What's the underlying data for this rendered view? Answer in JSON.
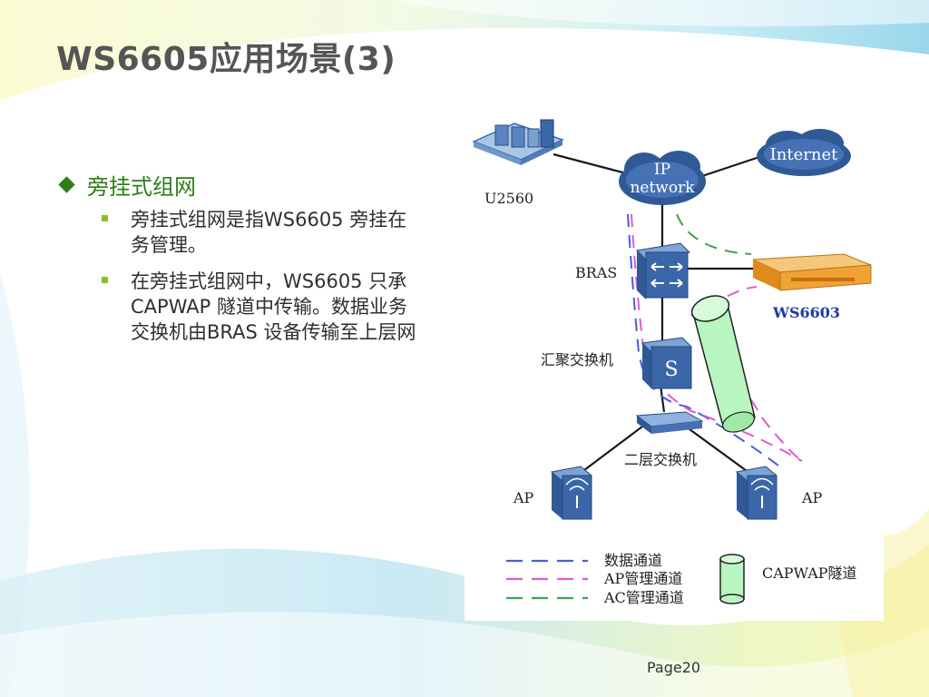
{
  "slide": {
    "title": "WS6605应用场景(3)",
    "heading": "旁挂式组网",
    "bullets": [
      " 旁挂式组网是指WS6605 旁挂在\n务管理。",
      "在旁挂式组网中，WS6605 只承\nCAPWAP 隧道中传输。数据业务\n交换机由BRAS 设备传输至上层网"
    ],
    "page": "Page20"
  },
  "diagram": {
    "nodes": {
      "u2560": "U2560",
      "ip_network_line1": "IP",
      "ip_network_line2": "network",
      "internet": "Internet",
      "bras": "BRAS",
      "ws6603": "WS6603",
      "agg_switch": "汇聚交换机",
      "l2_switch": "二层交换机",
      "ap_left": "AP",
      "ap_right": "AP"
    },
    "legend": {
      "data_channel": "数据通道",
      "ap_mgmt_channel": "AP管理通道",
      "ac_mgmt_channel": "AC管理通道",
      "capwap_tunnel": "CAPWAP隧道"
    },
    "colors": {
      "data_channel": "#4a5de0",
      "ap_mgmt_channel": "#e05ad0",
      "ac_mgmt_channel": "#40a050",
      "tunnel_fill": "#b8f5c0",
      "device_blue": "#3b67a8",
      "cloud_blue": "#2f5a96",
      "ws6603_label": "#1c3aa6"
    }
  }
}
